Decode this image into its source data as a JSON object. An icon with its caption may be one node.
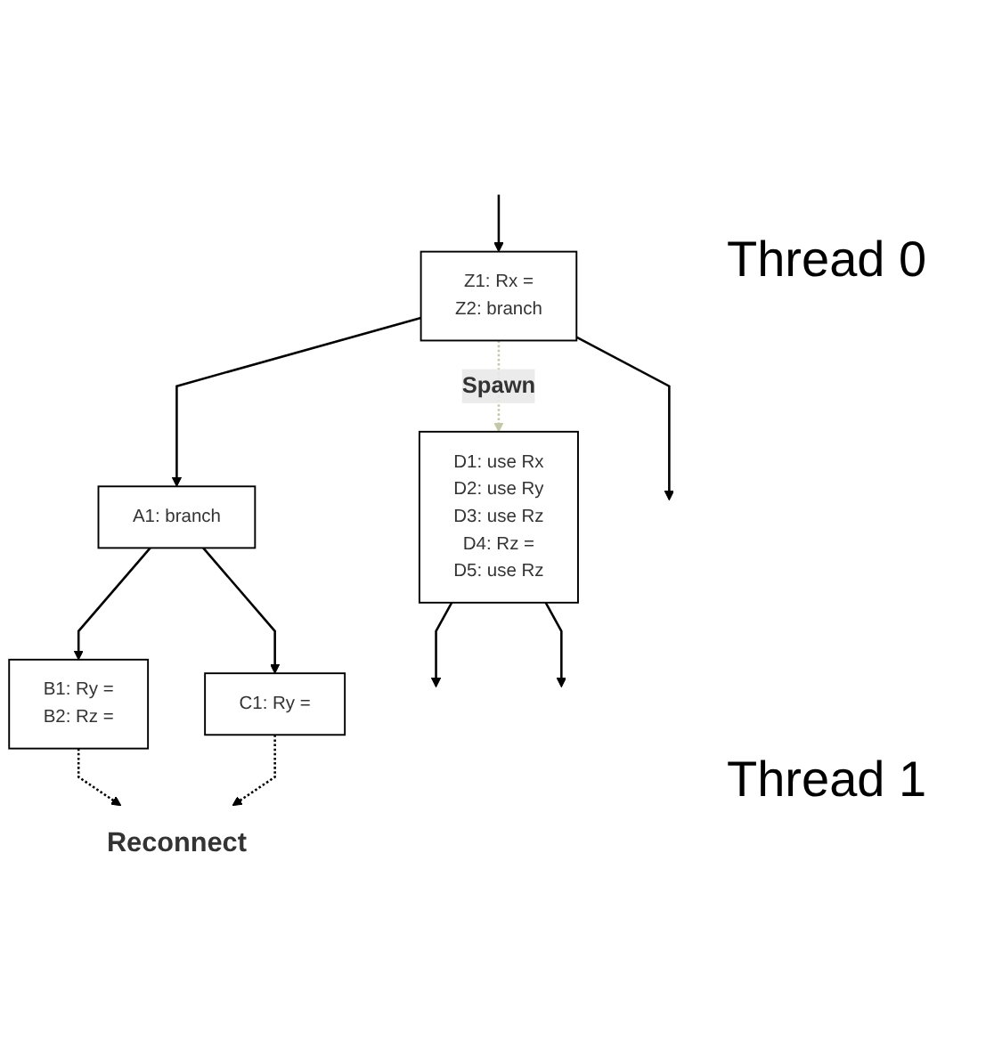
{
  "diagram": {
    "nodes": [
      {
        "text": [
          "Z1: Rx =",
          "Z2: branch"
        ]
      },
      {
        "text": [
          "A1: branch"
        ]
      },
      {
        "text": [
          "B1: Ry =",
          "B2: Rz ="
        ]
      },
      {
        "text": [
          "C1: Ry ="
        ]
      },
      {
        "text": [
          "Reconnect"
        ]
      },
      {
        "text": [
          "D1: use Rx",
          "D2: use Ry",
          "D3: use Rz",
          "D4: Rz =",
          "D5: use Rz"
        ]
      }
    ],
    "edges": [
      {
        "from": null,
        "to": 0,
        "arrow": "to"
      },
      {
        "from": 0,
        "to": null,
        "arrow": "to"
      },
      {
        "from": 0,
        "to": 1,
        "arrow": "to"
      },
      {
        "from": 1,
        "to": 2,
        "arrow": "to"
      },
      {
        "from": 1,
        "to": 3,
        "arrow": "to"
      },
      {
        "from": 2,
        "to": 4,
        "arrow": "to",
        "style": "dashed"
      },
      {
        "from": 3,
        "to": 4,
        "arrow": "to",
        "style": "dashed"
      },
      {
        "from": 0,
        "to": 5,
        "arrow": "to",
        "label": "Spawn",
        "style": "dashed",
        "color": "#c3c9a8"
      },
      {
        "from": 5,
        "to": null,
        "arrow": "to"
      },
      {
        "from": 5,
        "to": null,
        "arrow": "to"
      }
    ],
    "labels": [
      "Thread 0",
      "Thread 1"
    ]
  }
}
